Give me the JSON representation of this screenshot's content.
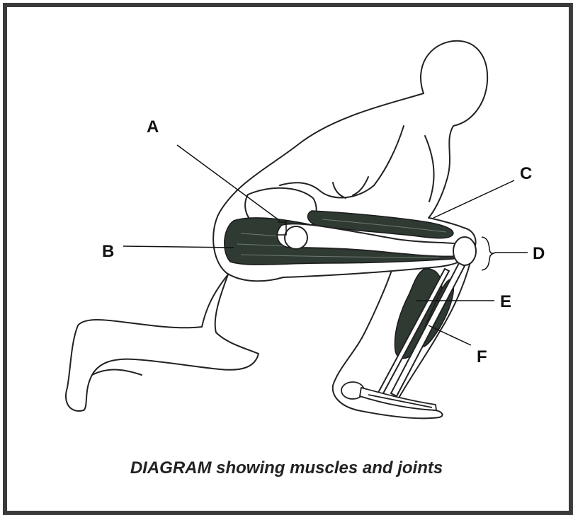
{
  "labels": {
    "a": "A",
    "b": "B",
    "c": "C",
    "d": "D",
    "e": "E",
    "f": "F"
  },
  "caption": "DIAGRAM showing muscles and joints",
  "colors": {
    "frame": "#3a3a3a",
    "muscle": "#2f3a33",
    "outline": "#222222",
    "background": "#ffffff"
  }
}
